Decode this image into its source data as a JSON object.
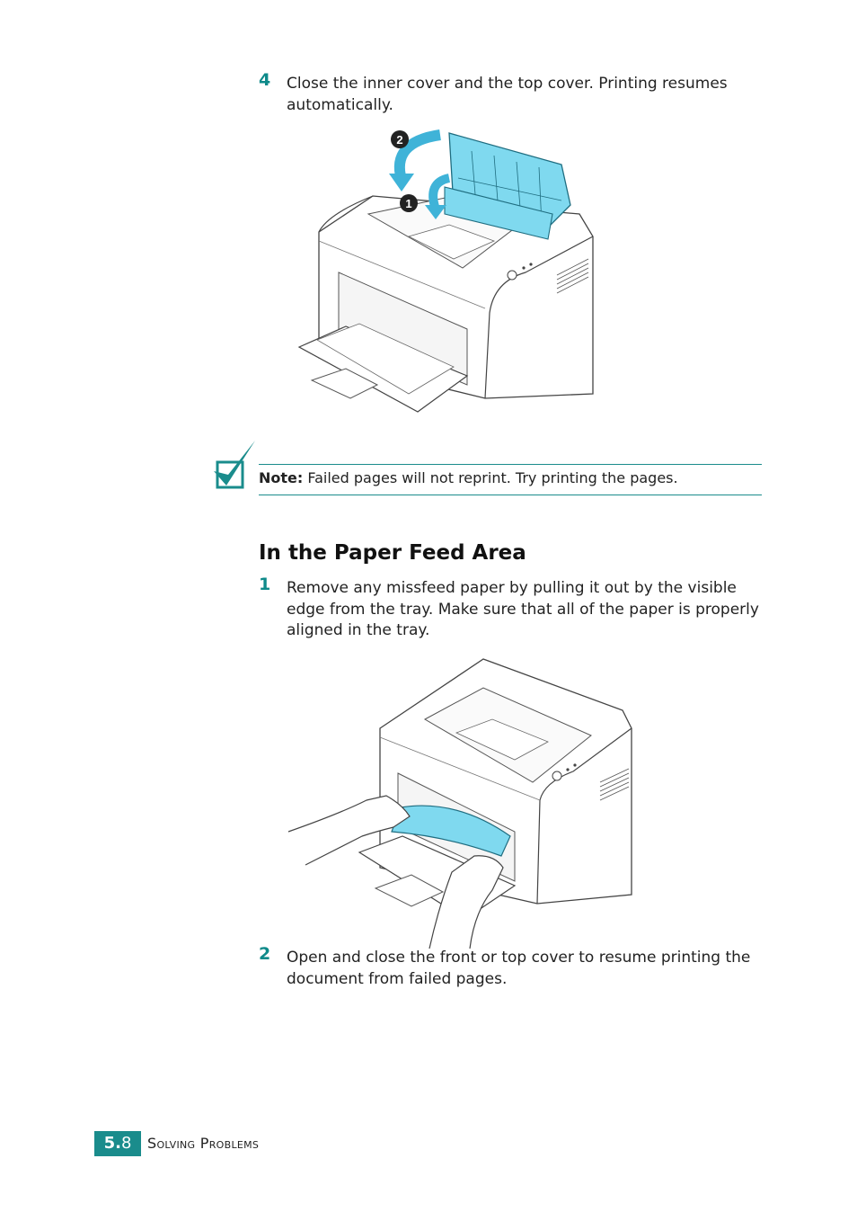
{
  "steps_top": {
    "num": "4",
    "text": "Close the inner cover and the top cover. Printing resumes automatically."
  },
  "figure1": {
    "callout_1": "1",
    "callout_2": "2"
  },
  "note": {
    "label": "Note:",
    "text": " Failed pages will not reprint. Try printing the pages."
  },
  "section": {
    "heading": "In the Paper Feed Area",
    "steps": [
      {
        "num": "1",
        "text": "Remove any missfeed paper by pulling it out by the visible edge from the tray. Make sure that all of the paper is properly aligned in the tray."
      },
      {
        "num": "2",
        "text": "Open and close the front or top cover to resume printing the document from failed pages."
      }
    ]
  },
  "footer": {
    "chapter": "5.",
    "page": "8",
    "section_title": "Solving Problems"
  },
  "colors": {
    "accent": "#1a8c8c",
    "highlight_blue": "#7fd9ef"
  }
}
